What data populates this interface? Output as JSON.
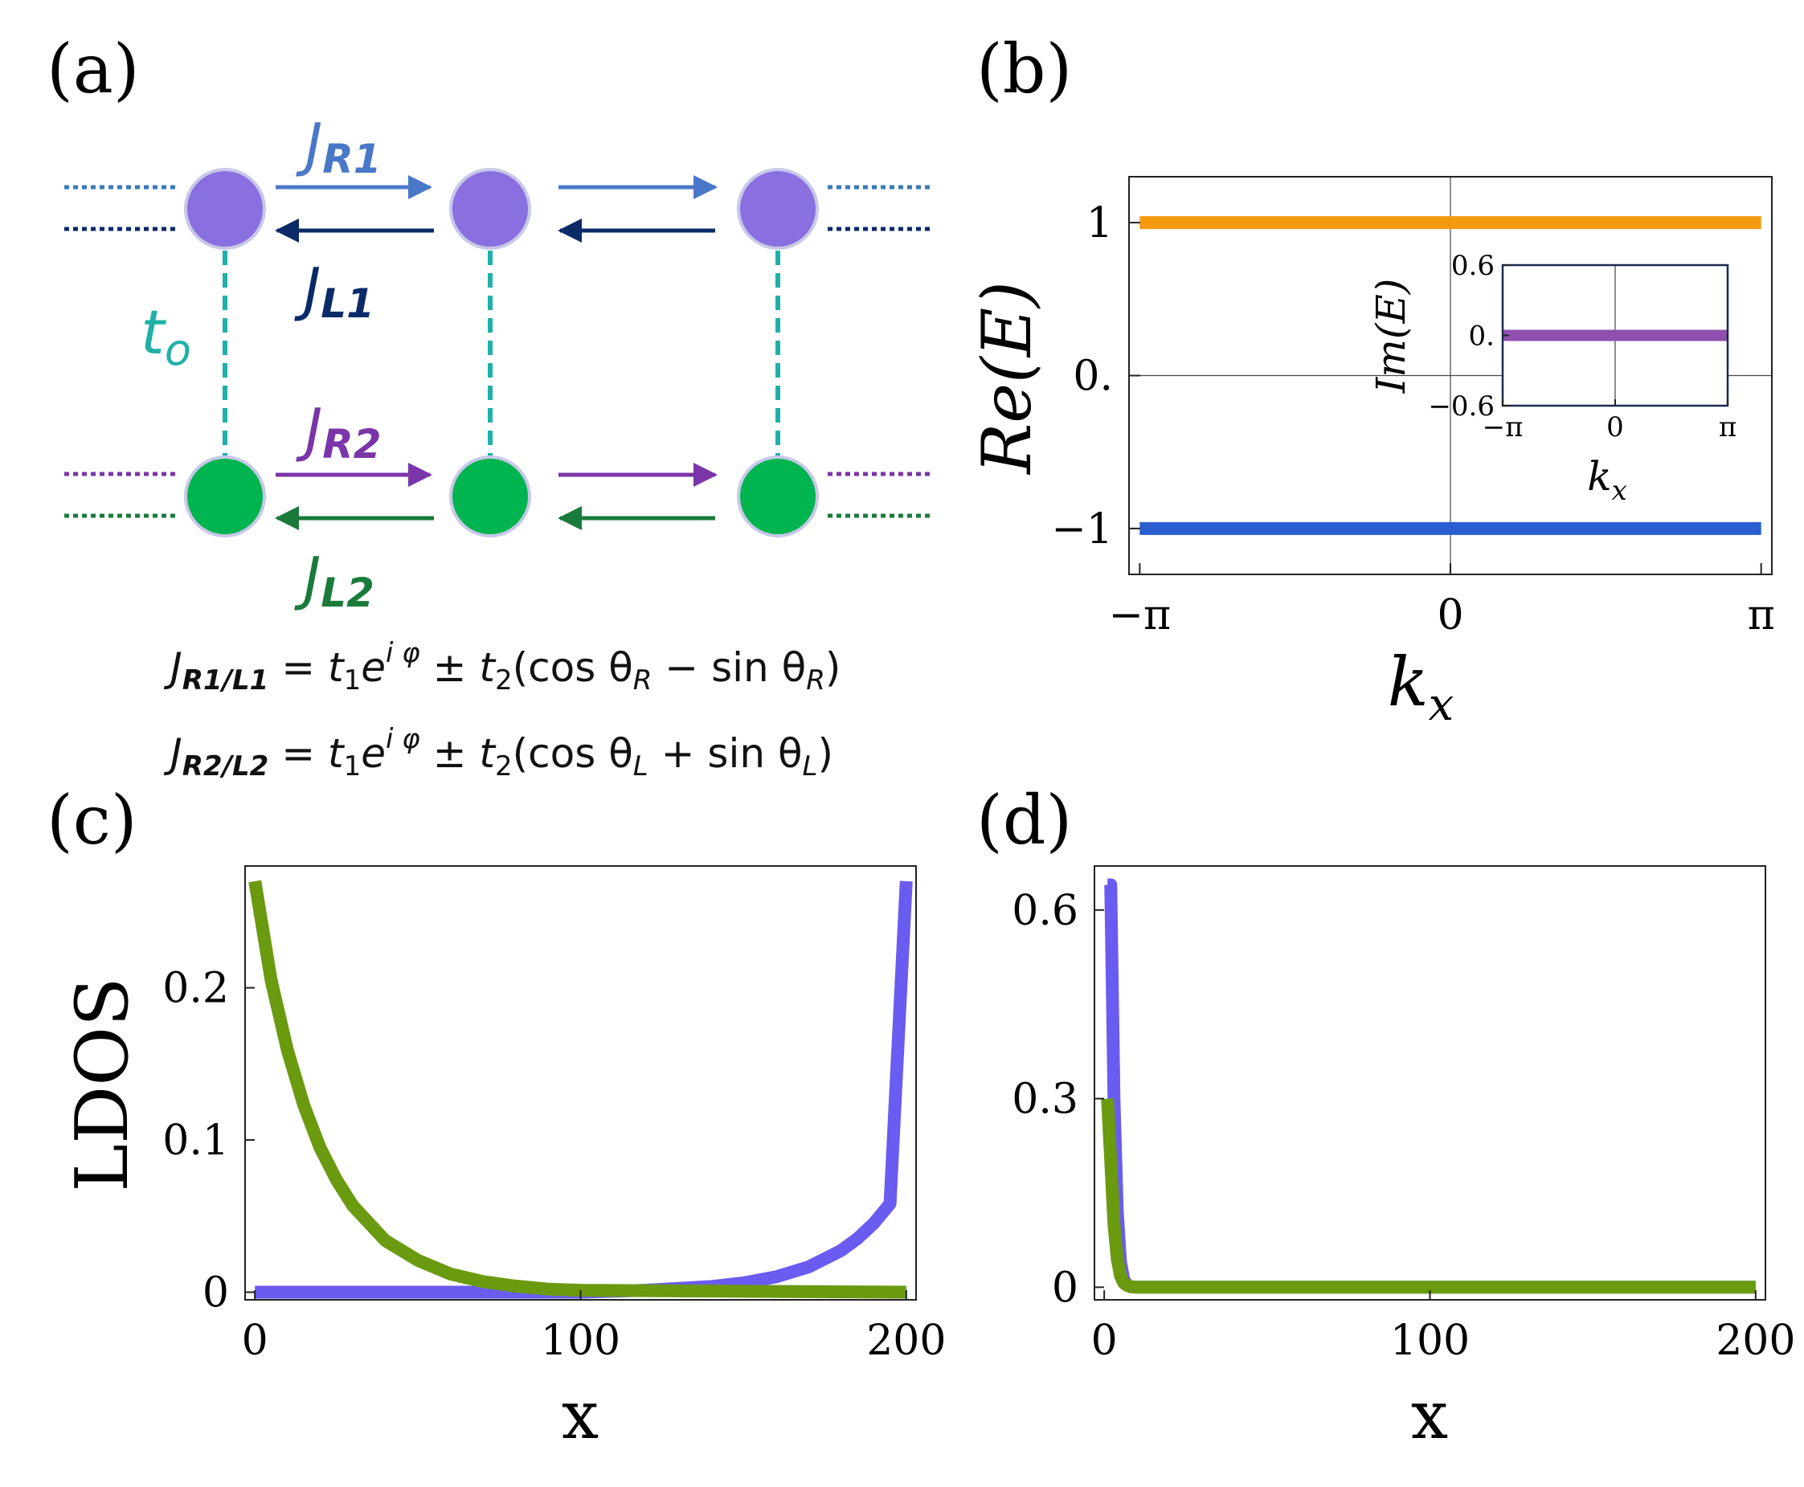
{
  "panel_labels": [
    "(a)",
    "(b)",
    "(c)",
    "(d)"
  ],
  "colors": {
    "site_top": "#8a6fe0",
    "site_bottom": "#00b44f",
    "JR1": "#4a78c8",
    "JL1": "#0a2a68",
    "JR2": "#7a35a8",
    "JL2": "#1a7a3a",
    "t0": "#20b0a8",
    "band_upper": "#f59a10",
    "band_lower": "#2a5ed0",
    "band_imag": "#9050b0",
    "ldos_blue": "#6a5cf0",
    "ldos_green": "#6a9a10"
  },
  "diagram": {
    "JR1": {
      "base": "J",
      "sub": "R1"
    },
    "JL1": {
      "base": "J",
      "sub": "L1"
    },
    "JR2": {
      "base": "J",
      "sub": "R2"
    },
    "JL2": {
      "base": "J",
      "sub": "L2"
    },
    "t0": {
      "base": "t",
      "sub": "o"
    },
    "eq1": {
      "lhs": "J",
      "lhs_sub": "R1/L1",
      "mid": " = t",
      "t1_sub": "1",
      "e": "e",
      "exp": "i φ",
      "pm": " ± t",
      "t2_sub": "2",
      "open": "(cos θ",
      "th1_sub": "R",
      "op": " − sin θ",
      "th2_sub": "R",
      "close": ")"
    },
    "eq2": {
      "lhs": "J",
      "lhs_sub": "R2/L2",
      "mid": " = t",
      "t1_sub": "1",
      "e": "e",
      "exp": "i φ",
      "pm": " ± t",
      "t2_sub": "2",
      "open": "(cos θ",
      "th1_sub": "L",
      "op": " + sin θ",
      "th2_sub": "L",
      "close": ")"
    }
  },
  "chart_data": [
    {
      "id": "b",
      "type": "line",
      "xlabel": "k_x",
      "xlabel_text": {
        "base": "k",
        "sub": "x"
      },
      "ylabel": "Re(E)",
      "xlim": [
        -3.25,
        3.25
      ],
      "ylim": [
        -1.3,
        1.3
      ],
      "xticks": [
        {
          "v": -3.14159,
          "label": "−π"
        },
        {
          "v": 0,
          "label": "0"
        },
        {
          "v": 3.14159,
          "label": "π"
        }
      ],
      "yticks": [
        {
          "v": -1,
          "label": "−1"
        },
        {
          "v": 0,
          "label": "0."
        },
        {
          "v": 1,
          "label": "1"
        }
      ],
      "grid": "zero-lines",
      "series": [
        {
          "color": "#f59a10",
          "x": [
            -3.14159,
            3.14159
          ],
          "y": [
            1.0,
            1.0
          ]
        },
        {
          "color": "#2a5ed0",
          "x": [
            -3.14159,
            3.14159
          ],
          "y": [
            -1.0,
            -1.0
          ]
        }
      ],
      "inset": {
        "xlabel": "k_x",
        "xlabel_text": {
          "base": "k",
          "sub": "x"
        },
        "ylabel": "Im(E)",
        "xlim": [
          -3.14159,
          3.14159
        ],
        "ylim": [
          -0.6,
          0.6
        ],
        "xticks": [
          {
            "v": -3.14159,
            "label": "−π"
          },
          {
            "v": 0,
            "label": "0"
          },
          {
            "v": 3.14159,
            "label": "π"
          }
        ],
        "yticks": [
          {
            "v": -0.6,
            "label": "−0.6"
          },
          {
            "v": 0,
            "label": "0."
          },
          {
            "v": 0.6,
            "label": "0.6"
          }
        ],
        "series": [
          {
            "color": "#9050b0",
            "x": [
              -3.14159,
              3.14159
            ],
            "y": [
              0.0,
              0.0
            ]
          }
        ]
      }
    },
    {
      "id": "c",
      "type": "line",
      "xlabel": "x",
      "ylabel": "LDOS",
      "xlim": [
        -3,
        203
      ],
      "ylim": [
        -0.005,
        0.28
      ],
      "xticks": [
        {
          "v": 0,
          "label": "0"
        },
        {
          "v": 100,
          "label": "100"
        },
        {
          "v": 200,
          "label": "200"
        }
      ],
      "yticks": [
        {
          "v": 0,
          "label": "0"
        },
        {
          "v": 0.1,
          "label": "0.1"
        },
        {
          "v": 0.2,
          "label": "0.2"
        }
      ],
      "series": [
        {
          "color": "#6a5cf0",
          "x": [
            0,
            100,
            120,
            140,
            150,
            160,
            170,
            180,
            185,
            190,
            195,
            200
          ],
          "y": [
            0,
            0,
            0.0013,
            0.0037,
            0.0061,
            0.0101,
            0.0166,
            0.0274,
            0.0352,
            0.0452,
            0.0581,
            0.27
          ]
        },
        {
          "color": "#6a9a10",
          "x": [
            0,
            5,
            10,
            15,
            20,
            25,
            30,
            40,
            50,
            60,
            70,
            80,
            90,
            100,
            200
          ],
          "y": [
            0.27,
            0.205,
            0.159,
            0.123,
            0.095,
            0.074,
            0.057,
            0.034,
            0.021,
            0.012,
            0.007,
            0.004,
            0.002,
            0.0013,
            0
          ]
        }
      ]
    },
    {
      "id": "d",
      "type": "line",
      "xlabel": "x",
      "ylabel": "",
      "xlim": [
        -3,
        203
      ],
      "ylim": [
        -0.02,
        0.67
      ],
      "xticks": [
        {
          "v": 0,
          "label": "0"
        },
        {
          "v": 100,
          "label": "100"
        },
        {
          "v": 200,
          "label": "200"
        }
      ],
      "yticks": [
        {
          "v": 0,
          "label": "0"
        },
        {
          "v": 0.3,
          "label": "0.3"
        },
        {
          "v": 0.6,
          "label": "0.6"
        }
      ],
      "series": [
        {
          "color": "#6a5cf0",
          "x": [
            1,
            2,
            3,
            4,
            5,
            6,
            7,
            8,
            10,
            200
          ],
          "y": [
            0.64,
            0.64,
            0.3,
            0.12,
            0.04,
            0.012,
            0.004,
            0.001,
            0,
            0
          ]
        },
        {
          "color": "#6a9a10",
          "x": [
            1,
            2,
            3,
            4,
            5,
            6,
            7,
            8,
            10,
            200
          ],
          "y": [
            0.3,
            0.2,
            0.1,
            0.045,
            0.018,
            0.007,
            0.003,
            0.001,
            0,
            0
          ]
        }
      ]
    }
  ]
}
